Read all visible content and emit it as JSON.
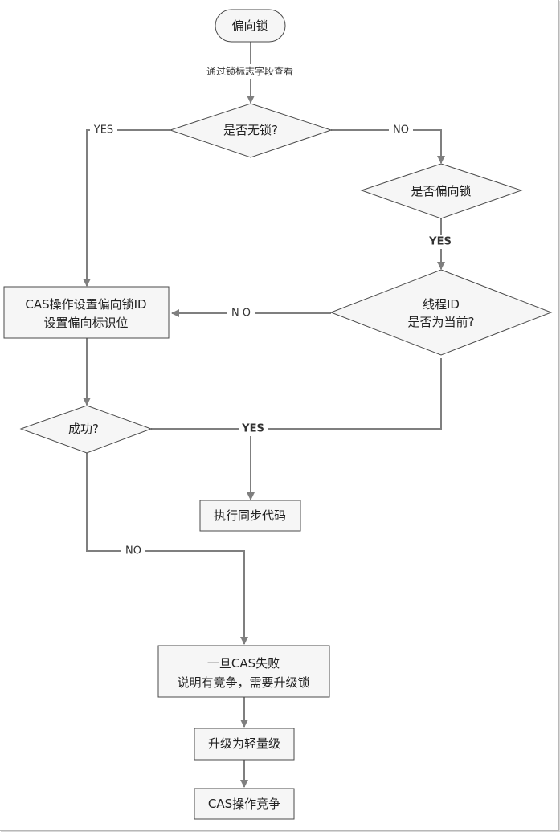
{
  "nodes": {
    "start": "偏向锁",
    "check_unlocked": "是否无锁?",
    "check_biased": "是否偏向锁",
    "thread_id_line1": "线程ID",
    "thread_id_line2": "是否为当前?",
    "cas_set_line1": "CAS操作设置偏向锁ID",
    "cas_set_line2": "设置偏向标识位",
    "success": "成功?",
    "execute_sync": "执行同步代码",
    "cas_fail_line1": "一旦CAS失败",
    "cas_fail_line2": "说明有竞争，需要升级锁",
    "upgrade": "升级为轻量级",
    "cas_compete": "CAS操作竞争"
  },
  "edges": {
    "check_mark_field": "通过锁标志字段查看",
    "unlocked_yes": "YES",
    "unlocked_no": "NO",
    "biased_yes": "YES",
    "thread_no": "N O",
    "success_yes": "YES",
    "success_no": "NO"
  }
}
